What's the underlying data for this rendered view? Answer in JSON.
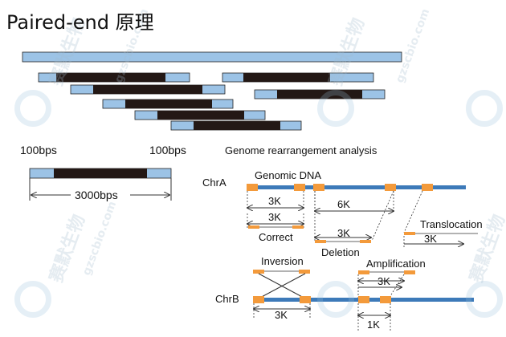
{
  "title": "Paired-end 原理",
  "labels": {
    "left_read_len": "100bps",
    "right_read_len": "100bps",
    "fragment_len": "3000bps",
    "analysis_heading": "Genome rearrangement analysis",
    "chr_a": "ChrA",
    "chr_b": "ChrB",
    "genomic_dna": "Genomic DNA",
    "correct": "Correct",
    "deletion": "Deletion",
    "translocation": "Translocation",
    "inversion": "Inversion",
    "amplification": "Amplification",
    "dist_3k_a": "3K",
    "dist_6k": "6K",
    "dist_3k_correct": "3K",
    "dist_3k_deletion": "3K",
    "dist_3k_translocation": "3K",
    "dist_3k_amplification": "3K",
    "dist_3k_inversion": "3K",
    "dist_1k": "1K"
  },
  "watermark": {
    "text": "赛默生物",
    "url": "gzscbio.com"
  },
  "colors": {
    "read_blue": "#9cc3e6",
    "insert_black": "#231815",
    "chromosome_blue": "#3d7ab9",
    "read_orange": "#f39a3b",
    "dashed_line": "#333333"
  }
}
